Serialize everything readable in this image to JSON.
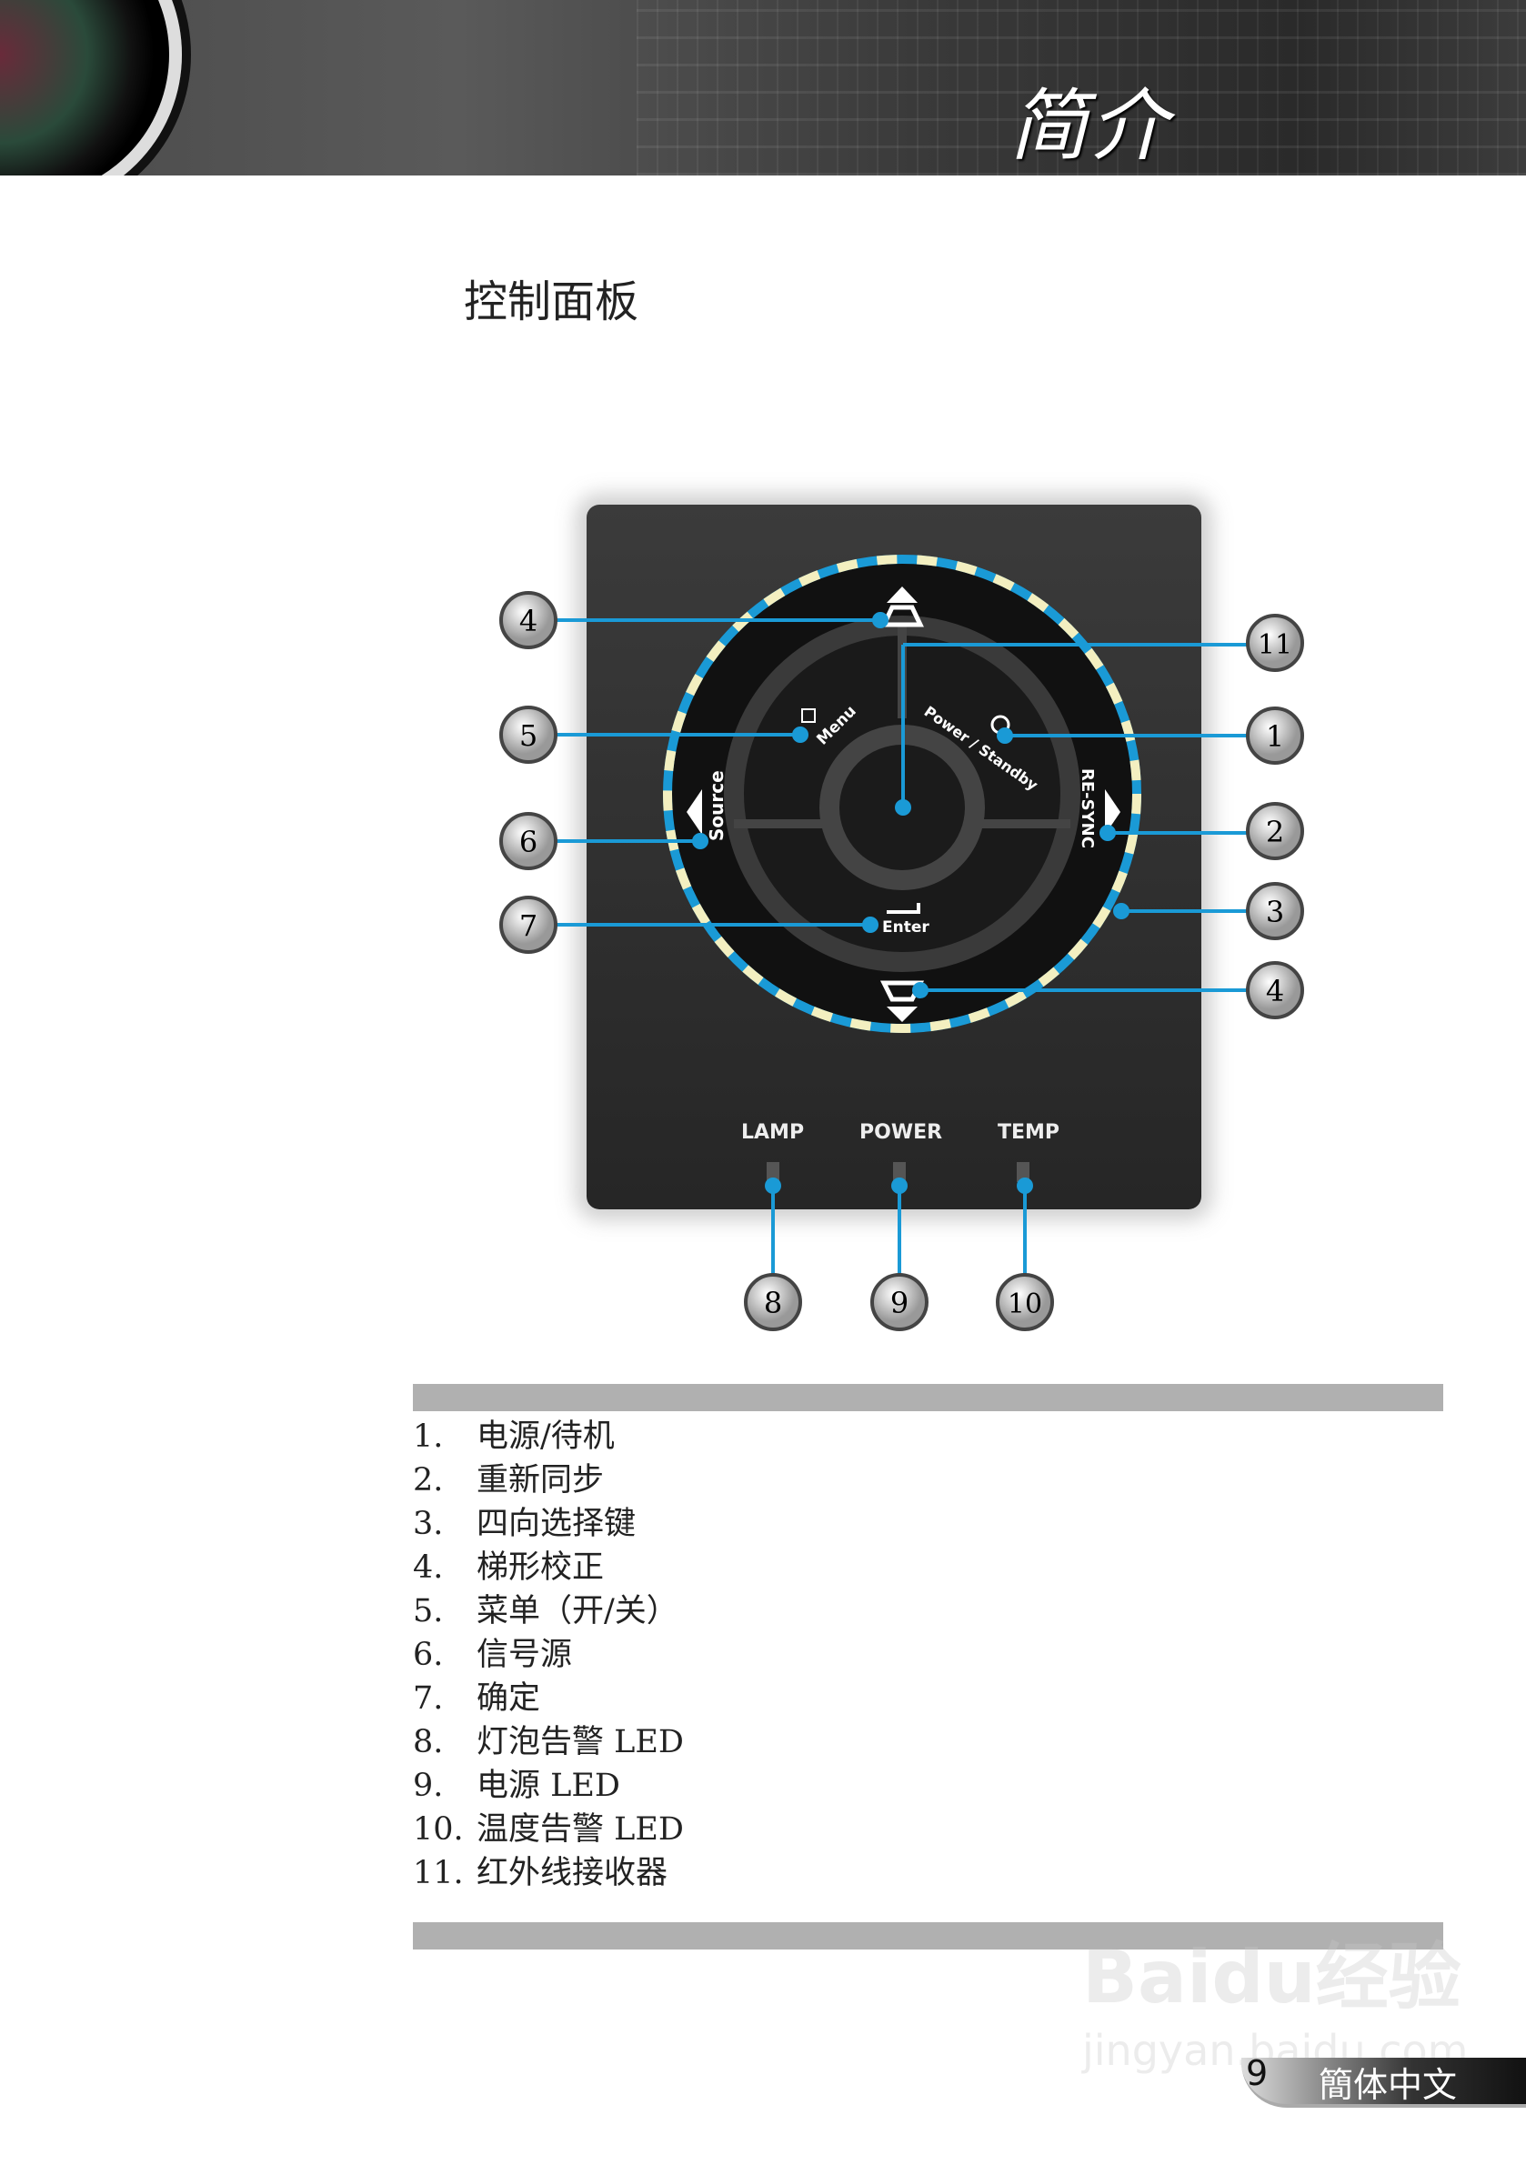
{
  "header": {
    "chapter_title": "简介"
  },
  "section_title": "控制面板",
  "panel": {
    "button_labels": {
      "menu": "Menu",
      "power": "Power / Standby",
      "resync": "RE-SYNC",
      "source": "Source",
      "enter": "Enter"
    },
    "led_labels": [
      "LAMP",
      "POWER",
      "TEMP"
    ],
    "callouts": {
      "keystone_up": "4",
      "menu": "5",
      "source": "6",
      "enter": "7",
      "ir": "11",
      "power": "1",
      "resync": "2",
      "four_way": "3",
      "keystone_down": "4",
      "lamp": "8",
      "power_led": "9",
      "temp": "10"
    },
    "colors": {
      "accent": "#1a9ad6",
      "ring_dash": "#f3efc0"
    }
  },
  "list": [
    {
      "num": "1.",
      "text": "电源/待机"
    },
    {
      "num": "2.",
      "text": "重新同步"
    },
    {
      "num": "3.",
      "text": "四向选择键"
    },
    {
      "num": "4.",
      "text": "梯形校正"
    },
    {
      "num": "5.",
      "text": "菜单（开/关）"
    },
    {
      "num": "6.",
      "text": "信号源"
    },
    {
      "num": "7.",
      "text": "确定"
    },
    {
      "num": "8.",
      "text": "灯泡告警  LED"
    },
    {
      "num": "9.",
      "text": "电源  LED"
    },
    {
      "num": "10.",
      "text": "温度告警  LED"
    },
    {
      "num": "11.",
      "text": "红外线接收器"
    }
  ],
  "footer": {
    "page_number": "9",
    "language": "簡体中文"
  },
  "watermark": {
    "text": "Baidu经验",
    "url_text": "jingyan.baidu.com"
  }
}
